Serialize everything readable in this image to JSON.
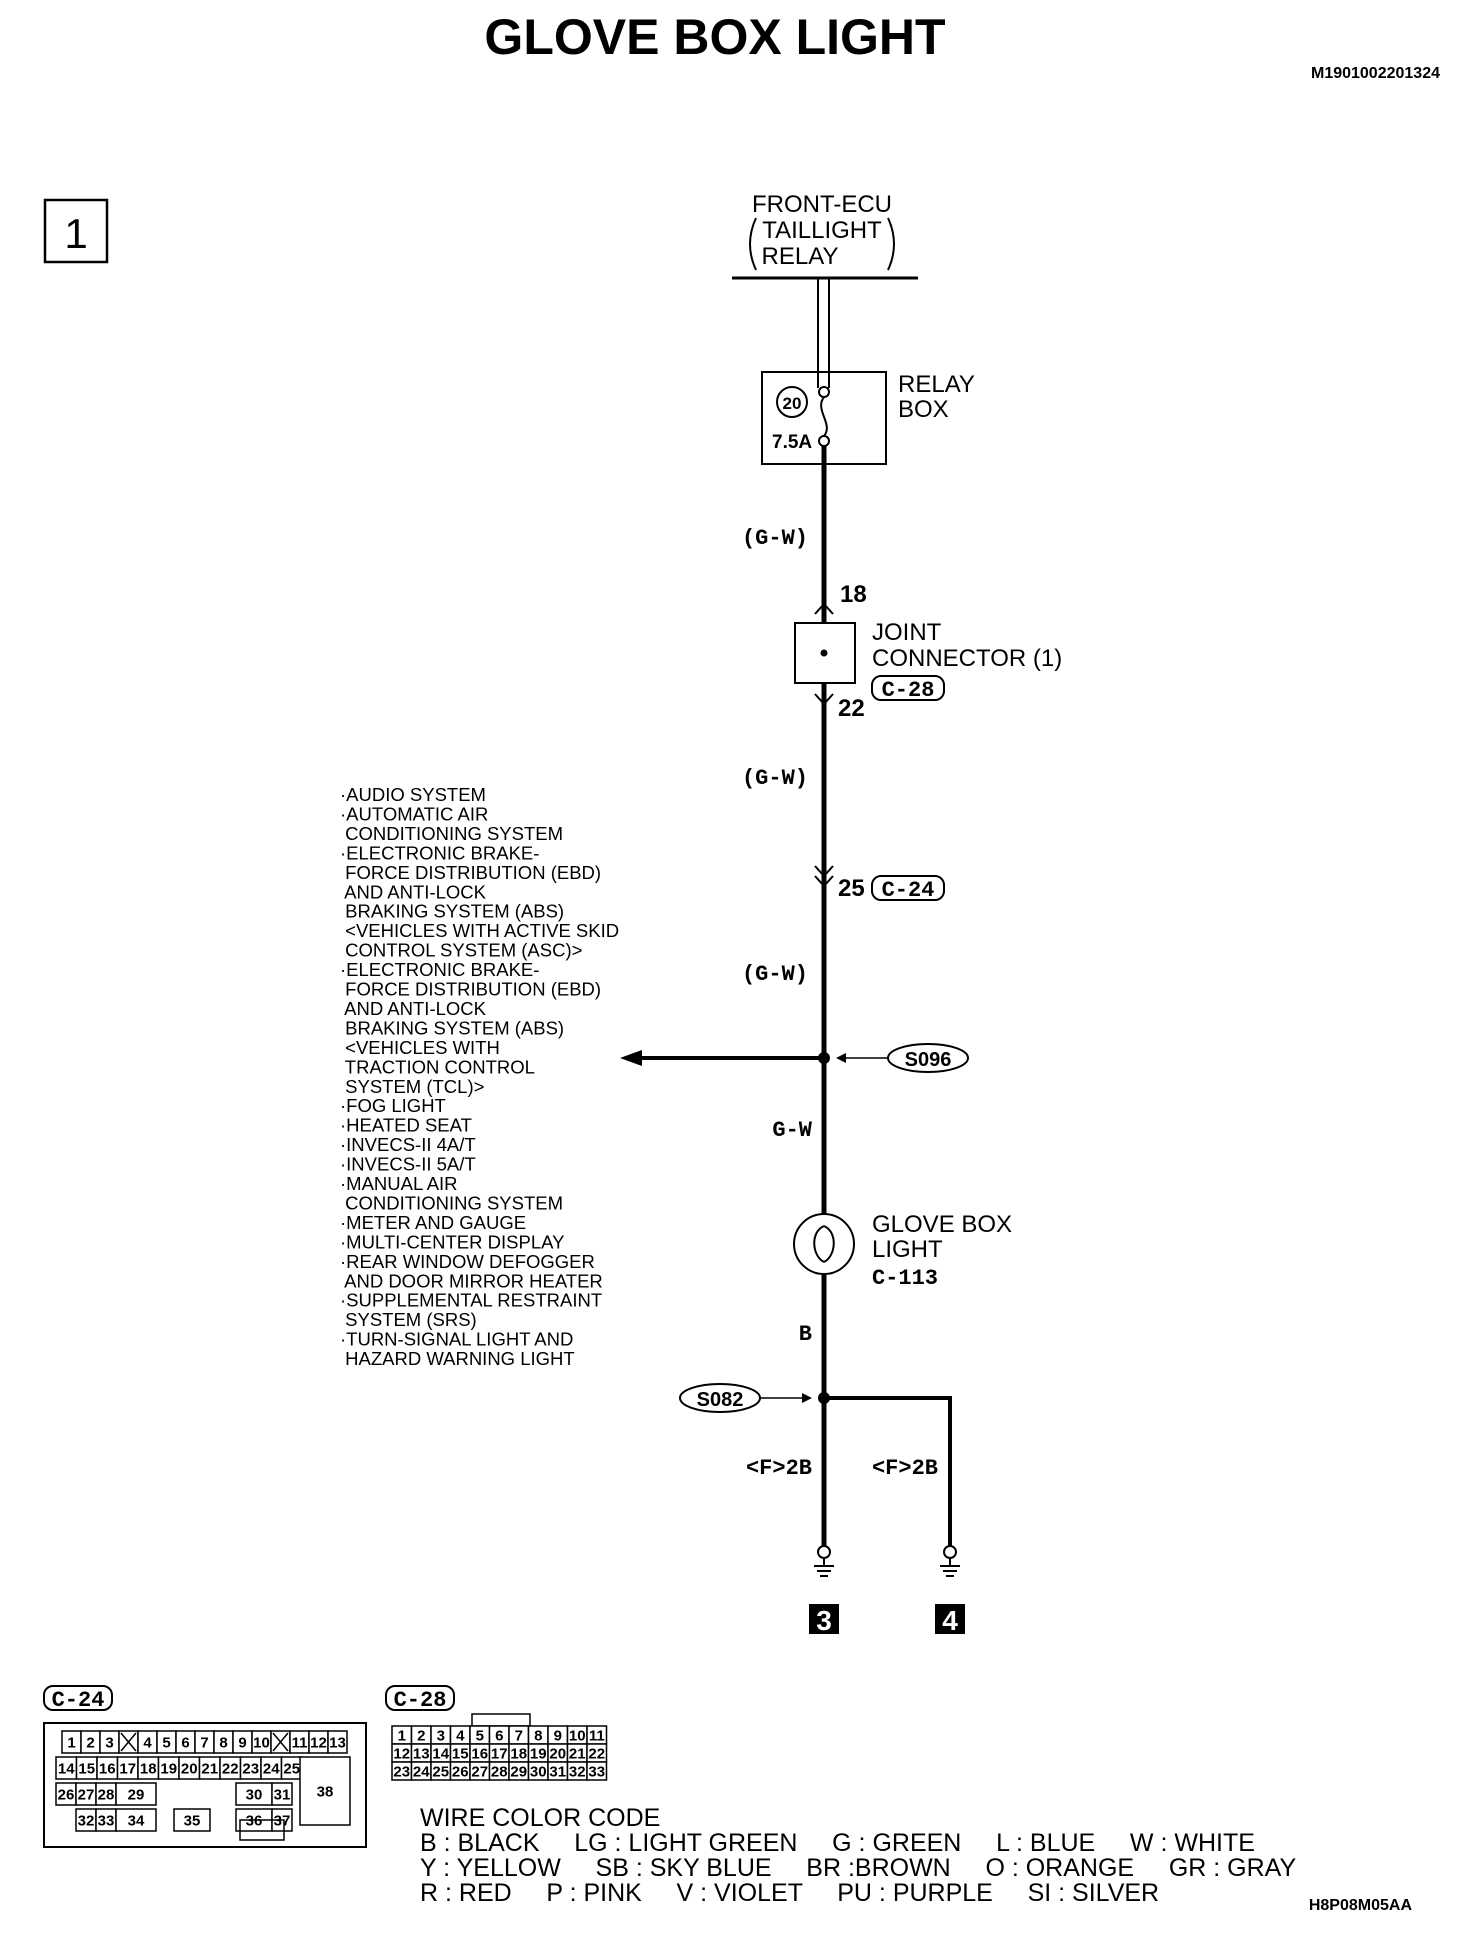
{
  "title": "GLOVE BOX LIGHT",
  "doc_id": "M1901002201324",
  "page_box": "1",
  "source": {
    "name": "FRONT-ECU",
    "sub1": "TAILLIGHT",
    "sub2": "RELAY"
  },
  "relay_box": {
    "label1": "RELAY",
    "label2": "BOX",
    "fuse_no": "20",
    "fuse_rating": "7.5A"
  },
  "wires": {
    "gw1": "(G-W)",
    "gw2": "(G-W)",
    "gw3": "(G-W)",
    "gw_plain": "G-W",
    "b": "B",
    "ground_left": "<F>2B",
    "ground_right": "<F>2B"
  },
  "joint": {
    "pin_in": "18",
    "pin_out": "22",
    "label1": "JOINT",
    "label2": "CONNECTOR (1)",
    "code": "C-28"
  },
  "connector_c24": {
    "pin": "25",
    "code": "C-24"
  },
  "splices": {
    "s096": "S096",
    "s082": "S082"
  },
  "lamp": {
    "label1": "GLOVE BOX",
    "label2": "LIGHT",
    "code": "C-113"
  },
  "grounds": {
    "left": "3",
    "right": "4"
  },
  "systems": [
    "·AUDIO SYSTEM",
    "·AUTOMATIC AIR",
    " CONDITIONING SYSTEM",
    "·ELECTRONIC BRAKE-",
    " FORCE DISTRIBUTION (EBD)",
    " AND ANTI-LOCK",
    " BRAKING SYSTEM (ABS)",
    " <VEHICLES WITH ACTIVE SKID",
    " CONTROL SYSTEM (ASC)>",
    "·ELECTRONIC BRAKE-",
    " FORCE DISTRIBUTION (EBD)",
    " AND ANTI-LOCK",
    " BRAKING SYSTEM (ABS)",
    " <VEHICLES WITH",
    " TRACTION CONTROL",
    " SYSTEM (TCL)>",
    "·FOG LIGHT",
    "·HEATED SEAT",
    "·INVECS-II 4A/T",
    "·INVECS-II 5A/T",
    "·MANUAL AIR",
    " CONDITIONING SYSTEM",
    "·METER AND GAUGE",
    "·MULTI-CENTER DISPLAY",
    "·REAR WINDOW DEFOGGER",
    " AND DOOR MIRROR HEATER",
    "·SUPPLEMENTAL RESTRAINT",
    " SYSTEM (SRS)",
    "·TURN-SIGNAL LIGHT AND",
    " HAZARD WARNING LIGHT"
  ],
  "c24_face": {
    "label": "C-24",
    "row1": [
      "1",
      "2",
      "3",
      "",
      "4",
      "5",
      "6",
      "7",
      "8",
      "9",
      "10",
      "",
      "11",
      "12",
      "13"
    ],
    "row2": [
      "14",
      "15",
      "16",
      "17",
      "18",
      "19",
      "20",
      "21",
      "22",
      "23",
      "24",
      "25"
    ],
    "row3": [
      "26",
      "27",
      "28",
      "29",
      "30",
      "31"
    ],
    "row4": [
      "32",
      "33",
      "34",
      "35",
      "36",
      "37"
    ],
    "big": "38"
  },
  "c28_face": {
    "label": "C-28",
    "row1": [
      "1",
      "2",
      "3",
      "4",
      "5",
      "6",
      "7",
      "8",
      "9",
      "10",
      "11"
    ],
    "row2": [
      "12",
      "13",
      "14",
      "15",
      "16",
      "17",
      "18",
      "19",
      "20",
      "21",
      "22"
    ],
    "row3": [
      "23",
      "24",
      "25",
      "26",
      "27",
      "28",
      "29",
      "30",
      "31",
      "32",
      "33"
    ]
  },
  "legend": {
    "title": "WIRE COLOR CODE",
    "line1": "B : BLACK     LG : LIGHT GREEN     G : GREEN     L : BLUE     W : WHITE",
    "line2": "Y : YELLOW     SB : SKY BLUE     BR :BROWN     O : ORANGE     GR : GRAY",
    "line3": "R : RED     P : PINK     V : VIOLET     PU : PURPLE     SI : SILVER"
  },
  "figure_code": "H8P08M05AA"
}
